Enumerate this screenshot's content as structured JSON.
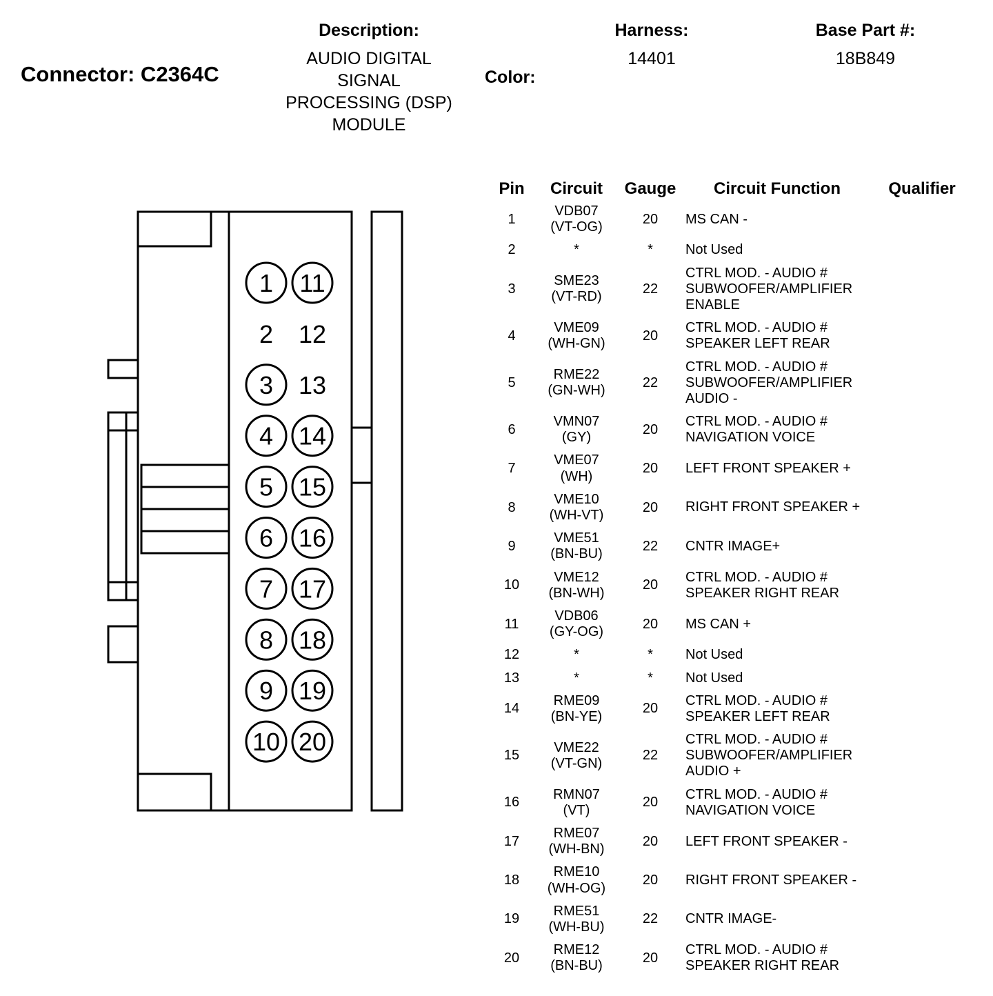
{
  "header": {
    "connector_label": "Connector: C2364C",
    "description_label": "Description:",
    "description_value": "AUDIO DIGITAL\nSIGNAL\nPROCESSING (DSP)\nMODULE",
    "color_label": "Color:",
    "color_value": "",
    "harness_label": "Harness:",
    "harness_value": "14401",
    "base_part_label": "Base Part #:",
    "base_part_value": "18B849"
  },
  "connector": {
    "left_pins": [
      "1",
      "2",
      "3",
      "4",
      "5",
      "6",
      "7",
      "8",
      "9",
      "10"
    ],
    "right_pins": [
      "11",
      "12",
      "13",
      "14",
      "15",
      "16",
      "17",
      "18",
      "19",
      "20"
    ],
    "unused_pins": [
      "2",
      "12",
      "13"
    ]
  },
  "table": {
    "headers": [
      "Pin",
      "Circuit",
      "Gauge",
      "Circuit Function",
      "Qualifier"
    ],
    "rows": [
      {
        "pin": "1",
        "circuit": "VDB07",
        "circuit_color": "(VT-OG)",
        "gauge": "20",
        "function": "MS CAN -",
        "qualifier": ""
      },
      {
        "pin": "2",
        "circuit": "*",
        "circuit_color": "",
        "gauge": "*",
        "function": "Not Used",
        "qualifier": ""
      },
      {
        "pin": "3",
        "circuit": "SME23",
        "circuit_color": "(VT-RD)",
        "gauge": "22",
        "function": "CTRL MOD. - AUDIO # SUBWOOFER/AMPLIFIER ENABLE",
        "qualifier": ""
      },
      {
        "pin": "4",
        "circuit": "VME09",
        "circuit_color": "(WH-GN)",
        "gauge": "20",
        "function": "CTRL MOD. - AUDIO # SPEAKER LEFT REAR",
        "qualifier": ""
      },
      {
        "pin": "5",
        "circuit": "RME22",
        "circuit_color": "(GN-WH)",
        "gauge": "22",
        "function": "CTRL MOD. - AUDIO # SUBWOOFER/AMPLIFIER AUDIO -",
        "qualifier": ""
      },
      {
        "pin": "6",
        "circuit": "VMN07",
        "circuit_color": "(GY)",
        "gauge": "20",
        "function": "CTRL MOD. - AUDIO # NAVIGATION VOICE",
        "qualifier": ""
      },
      {
        "pin": "7",
        "circuit": "VME07",
        "circuit_color": "(WH)",
        "gauge": "20",
        "function": "LEFT FRONT SPEAKER +",
        "qualifier": ""
      },
      {
        "pin": "8",
        "circuit": "VME10",
        "circuit_color": "(WH-VT)",
        "gauge": "20",
        "function": "RIGHT FRONT SPEAKER +",
        "qualifier": ""
      },
      {
        "pin": "9",
        "circuit": "VME51",
        "circuit_color": "(BN-BU)",
        "gauge": "22",
        "function": "CNTR IMAGE+",
        "qualifier": ""
      },
      {
        "pin": "10",
        "circuit": "VME12",
        "circuit_color": "(BN-WH)",
        "gauge": "20",
        "function": "CTRL MOD. - AUDIO # SPEAKER RIGHT REAR",
        "qualifier": ""
      },
      {
        "pin": "11",
        "circuit": "VDB06",
        "circuit_color": "(GY-OG)",
        "gauge": "20",
        "function": "MS CAN +",
        "qualifier": ""
      },
      {
        "pin": "12",
        "circuit": "*",
        "circuit_color": "",
        "gauge": "*",
        "function": "Not Used",
        "qualifier": ""
      },
      {
        "pin": "13",
        "circuit": "*",
        "circuit_color": "",
        "gauge": "*",
        "function": "Not Used",
        "qualifier": ""
      },
      {
        "pin": "14",
        "circuit": "RME09",
        "circuit_color": "(BN-YE)",
        "gauge": "20",
        "function": "CTRL MOD. - AUDIO # SPEAKER LEFT REAR",
        "qualifier": ""
      },
      {
        "pin": "15",
        "circuit": "VME22",
        "circuit_color": "(VT-GN)",
        "gauge": "22",
        "function": "CTRL MOD. - AUDIO # SUBWOOFER/AMPLIFIER AUDIO +",
        "qualifier": ""
      },
      {
        "pin": "16",
        "circuit": "RMN07",
        "circuit_color": "(VT)",
        "gauge": "20",
        "function": "CTRL MOD. - AUDIO # NAVIGATION VOICE",
        "qualifier": ""
      },
      {
        "pin": "17",
        "circuit": "RME07",
        "circuit_color": "(WH-BN)",
        "gauge": "20",
        "function": "LEFT FRONT SPEAKER -",
        "qualifier": ""
      },
      {
        "pin": "18",
        "circuit": "RME10",
        "circuit_color": "(WH-OG)",
        "gauge": "20",
        "function": "RIGHT FRONT SPEAKER -",
        "qualifier": ""
      },
      {
        "pin": "19",
        "circuit": "RME51",
        "circuit_color": "(WH-BU)",
        "gauge": "22",
        "function": "CNTR IMAGE-",
        "qualifier": ""
      },
      {
        "pin": "20",
        "circuit": "RME12",
        "circuit_color": "(BN-BU)",
        "gauge": "20",
        "function": "CTRL MOD. - AUDIO # SPEAKER RIGHT REAR",
        "qualifier": ""
      }
    ]
  }
}
